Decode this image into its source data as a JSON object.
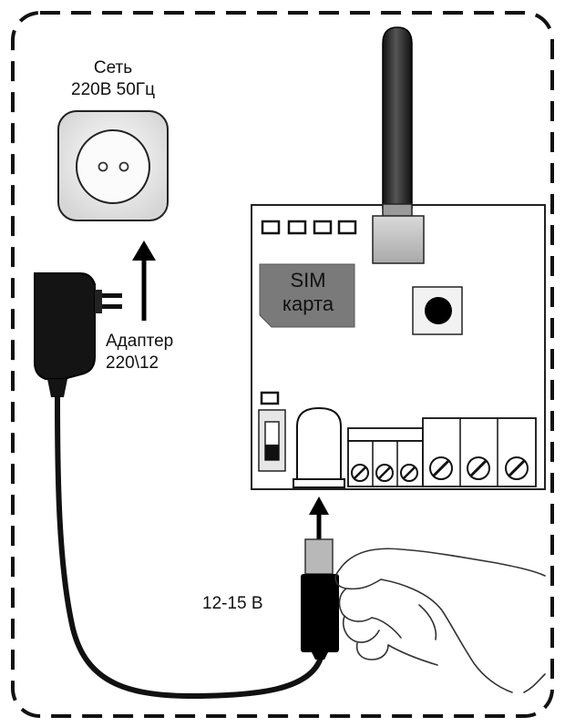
{
  "socket": {
    "label_line1": "Сеть",
    "label_line2": "220В  50Гц"
  },
  "adapter": {
    "label_line1": "Адаптер",
    "label_line2": "220\\12"
  },
  "sim": {
    "label_line1": "SIM",
    "label_line2": "карта"
  },
  "plug": {
    "voltage_label": "12-15 В"
  },
  "colors": {
    "outline": "#111111",
    "sim_card": "#7a7a7a",
    "socket_face": "#e8e8e8",
    "connector_gray": "#bdbdbd"
  }
}
